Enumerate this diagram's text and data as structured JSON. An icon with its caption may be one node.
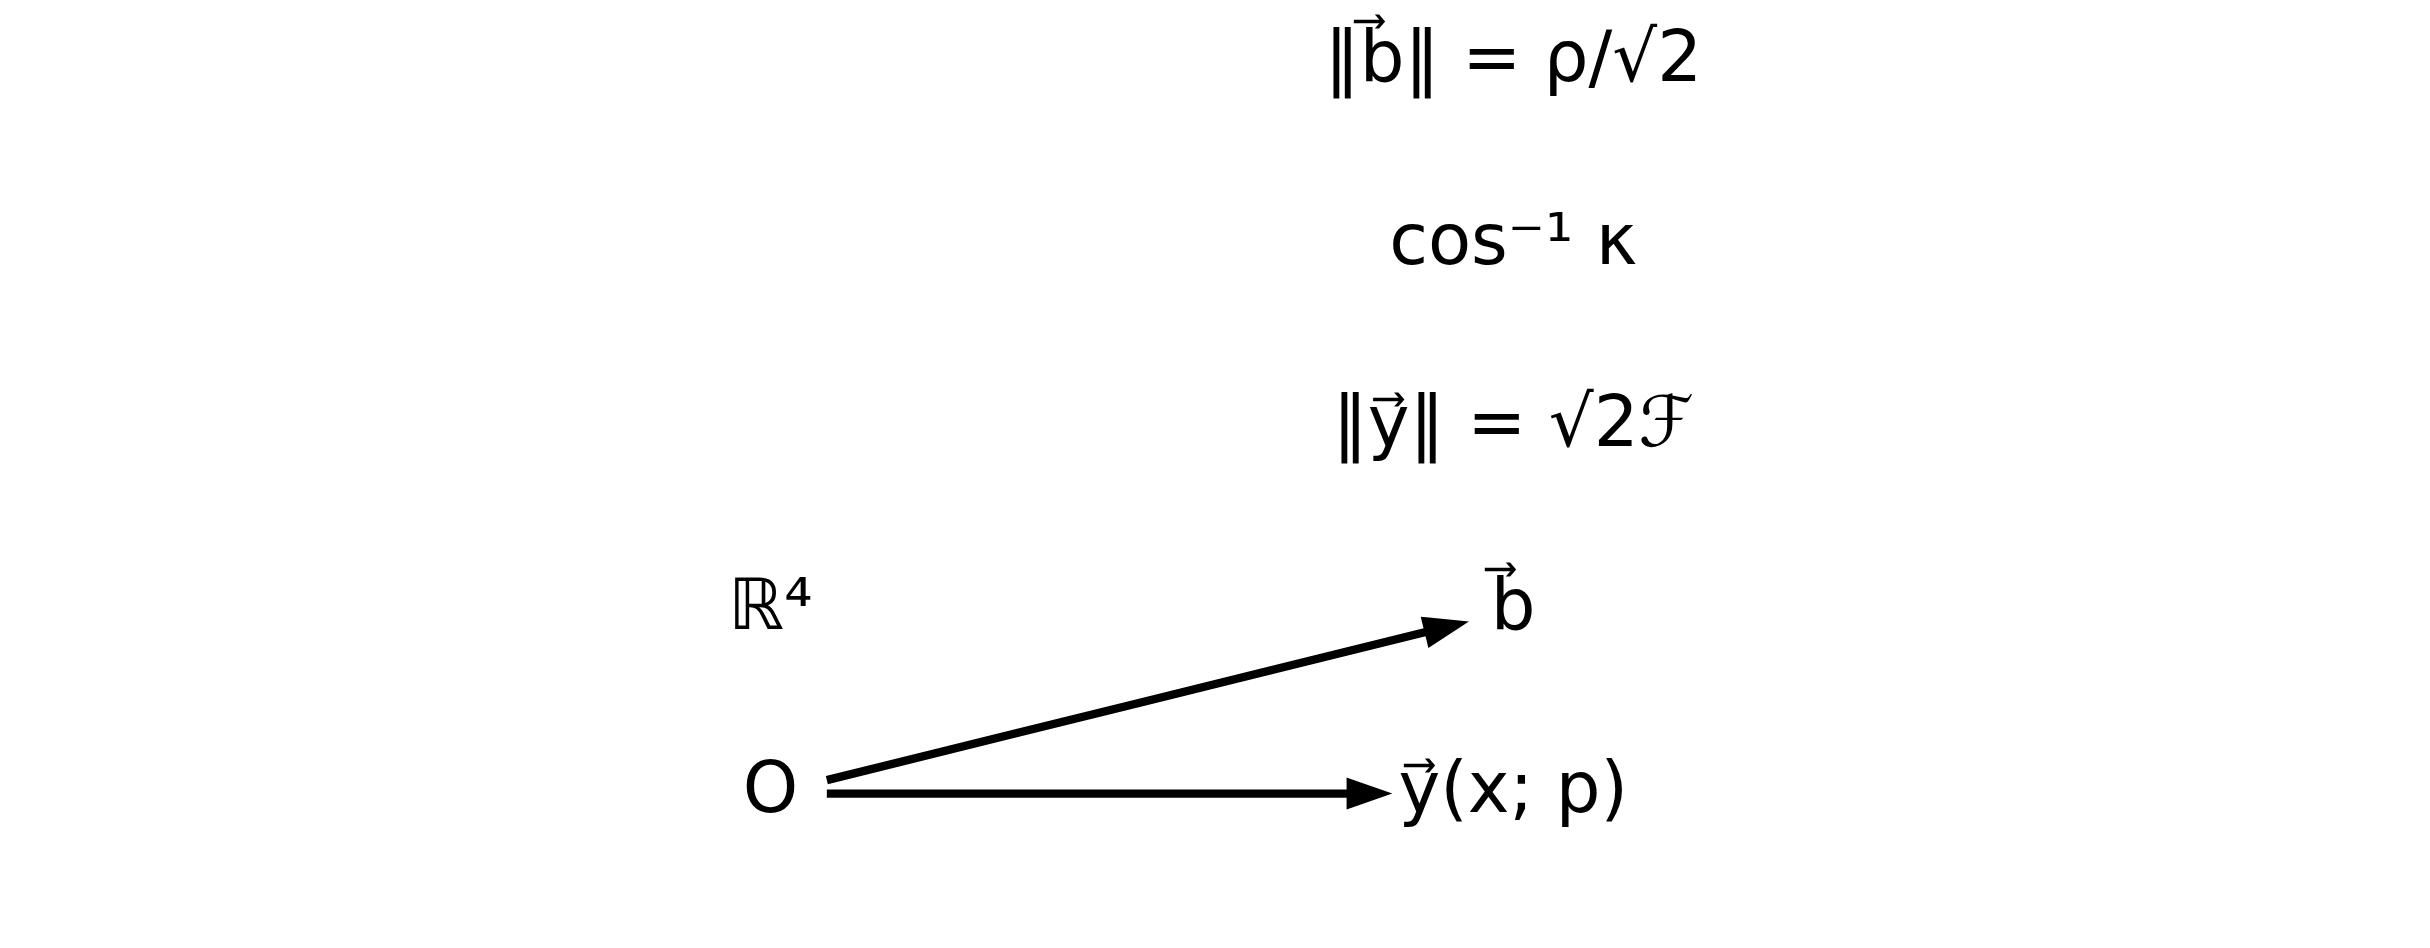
{
  "diagram": {
    "nodes": [
      {
        "text": [
          "b⃗"
        ]
      },
      {
        "text": [
          "y⃗(x; p)"
        ]
      },
      {
        "text": [
          "O"
        ]
      }
    ],
    "edges": [
      {
        "from": 2,
        "to": 0,
        "arrow": "to"
      },
      {
        "from": 2,
        "to": 1,
        "arrow": "to"
      }
    ],
    "labels": [
      "ℝ⁴",
      "‖b⃗‖ = ρ/√2",
      "cos⁻¹ κ",
      "‖y⃗‖ = √2ℱ"
    ]
  }
}
